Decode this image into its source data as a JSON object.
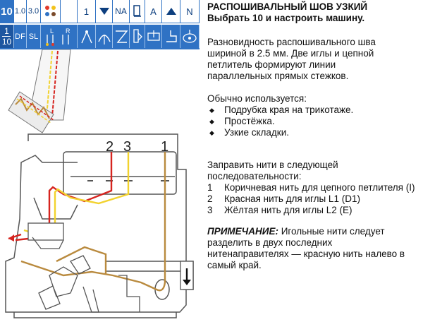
{
  "settings": {
    "top_row": [
      {
        "label": "10",
        "name": "stitch-number-cell",
        "selected": true
      },
      {
        "label": "1.0",
        "name": "stitch-width-cell-1"
      },
      {
        "label": "3.0",
        "name": "stitch-width-cell-2"
      },
      {
        "label": "",
        "name": "thread-color-dots-cell"
      },
      {
        "label": "",
        "name": "blank-cell"
      },
      {
        "label": "1",
        "name": "dial-1-cell"
      },
      {
        "label": "",
        "name": "down-triangle-cell"
      },
      {
        "label": "NA",
        "name": "na-cell"
      },
      {
        "label": "",
        "name": "presser-icon-cell"
      },
      {
        "label": "A",
        "name": "a-cell"
      },
      {
        "label": "",
        "name": "up-triangle-cell"
      },
      {
        "label": "N",
        "name": "n-cell"
      }
    ],
    "bottom_row": [
      {
        "label_top": "1",
        "label_bottom": "10",
        "name": "fraction-cell"
      },
      {
        "label": "DF",
        "name": "df-cell"
      },
      {
        "label": "SL",
        "name": "sl-cell"
      },
      {
        "label": "L R",
        "name": "needle-lr-cell"
      },
      {
        "label": "",
        "name": "looper-icon-cell"
      },
      {
        "label": "",
        "name": "looper-icon-cell-2"
      },
      {
        "label": "",
        "name": "thread-path-icon-cell"
      },
      {
        "label": "",
        "name": "knife-icon-cell"
      },
      {
        "label": "",
        "name": "plate-icon-cell"
      },
      {
        "label": "",
        "name": "foot-icon-cell"
      },
      {
        "label": "",
        "name": "dial-icon-cell"
      }
    ],
    "dot_colors": [
      "#e23a2a",
      "#f2c21b",
      "#2f72c4",
      "#7a4a2a"
    ]
  },
  "diagram": {
    "labels": {
      "thread_2": "2",
      "thread_3": "3",
      "thread_1": "1"
    },
    "colors": {
      "brown": "#b98a3e",
      "red": "#d6241f",
      "yellow": "#f2d22e",
      "line": "#555555"
    }
  },
  "text": {
    "title_1": "РАСПОШИВАЛЬНЫЙ ШОВ УЗКИЙ",
    "title_2": "Выбрать 10 и настроить машину.",
    "description": "Разновидность распошивального шва шириной в 2.5 мм. Две иглы и цепной петлитель формируют линии параллельных прямых стежков.",
    "uses_heading": "Обычно используется:",
    "uses": [
      "Подрубка края на трикотаже.",
      "Простёжка.",
      "Узкие складки."
    ],
    "threading_heading": "Заправить нити в следующей последовательности:",
    "threading": [
      {
        "n": "1",
        "text": "Коричневая нить для цепного петлителя (I)"
      },
      {
        "n": "2",
        "text": "Красная нить для иглы L1 (D1)"
      },
      {
        "n": "3",
        "text": "Жёлтая нить для иглы L2 (E)"
      }
    ],
    "note_label": "ПРИМЕЧАНИЕ:",
    "note_text": " Игольные нити следует разделить в двух последних нитенаправителях — красную нить налево в самый край."
  }
}
